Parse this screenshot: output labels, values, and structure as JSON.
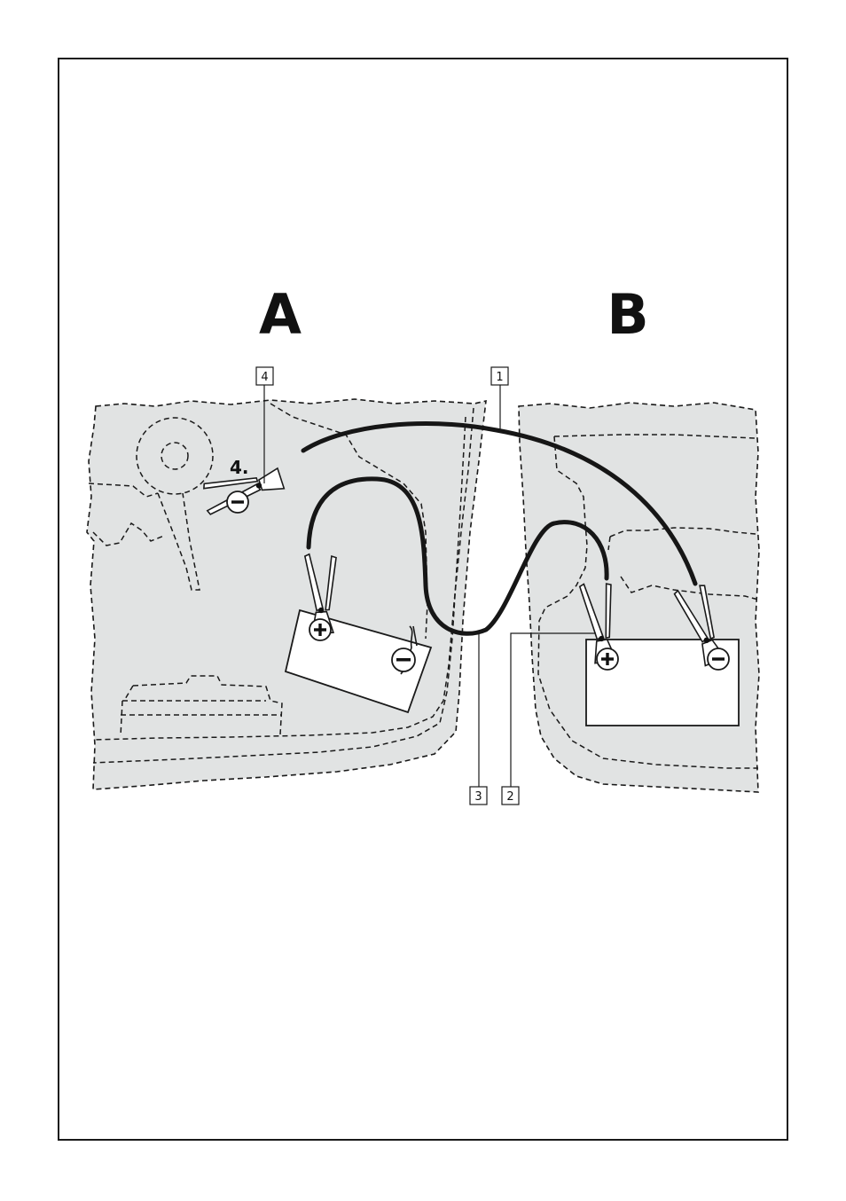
{
  "labels": {
    "vehicle_a": "A",
    "vehicle_b": "B",
    "step": "4."
  },
  "callouts": [
    "1",
    "2",
    "3",
    "4"
  ],
  "terminals": {
    "positive": "+",
    "negative": "−"
  },
  "colors": {
    "engine_bay_fill": "#e1e3e3",
    "line": "#1a1a1a",
    "cable": "#161616"
  }
}
